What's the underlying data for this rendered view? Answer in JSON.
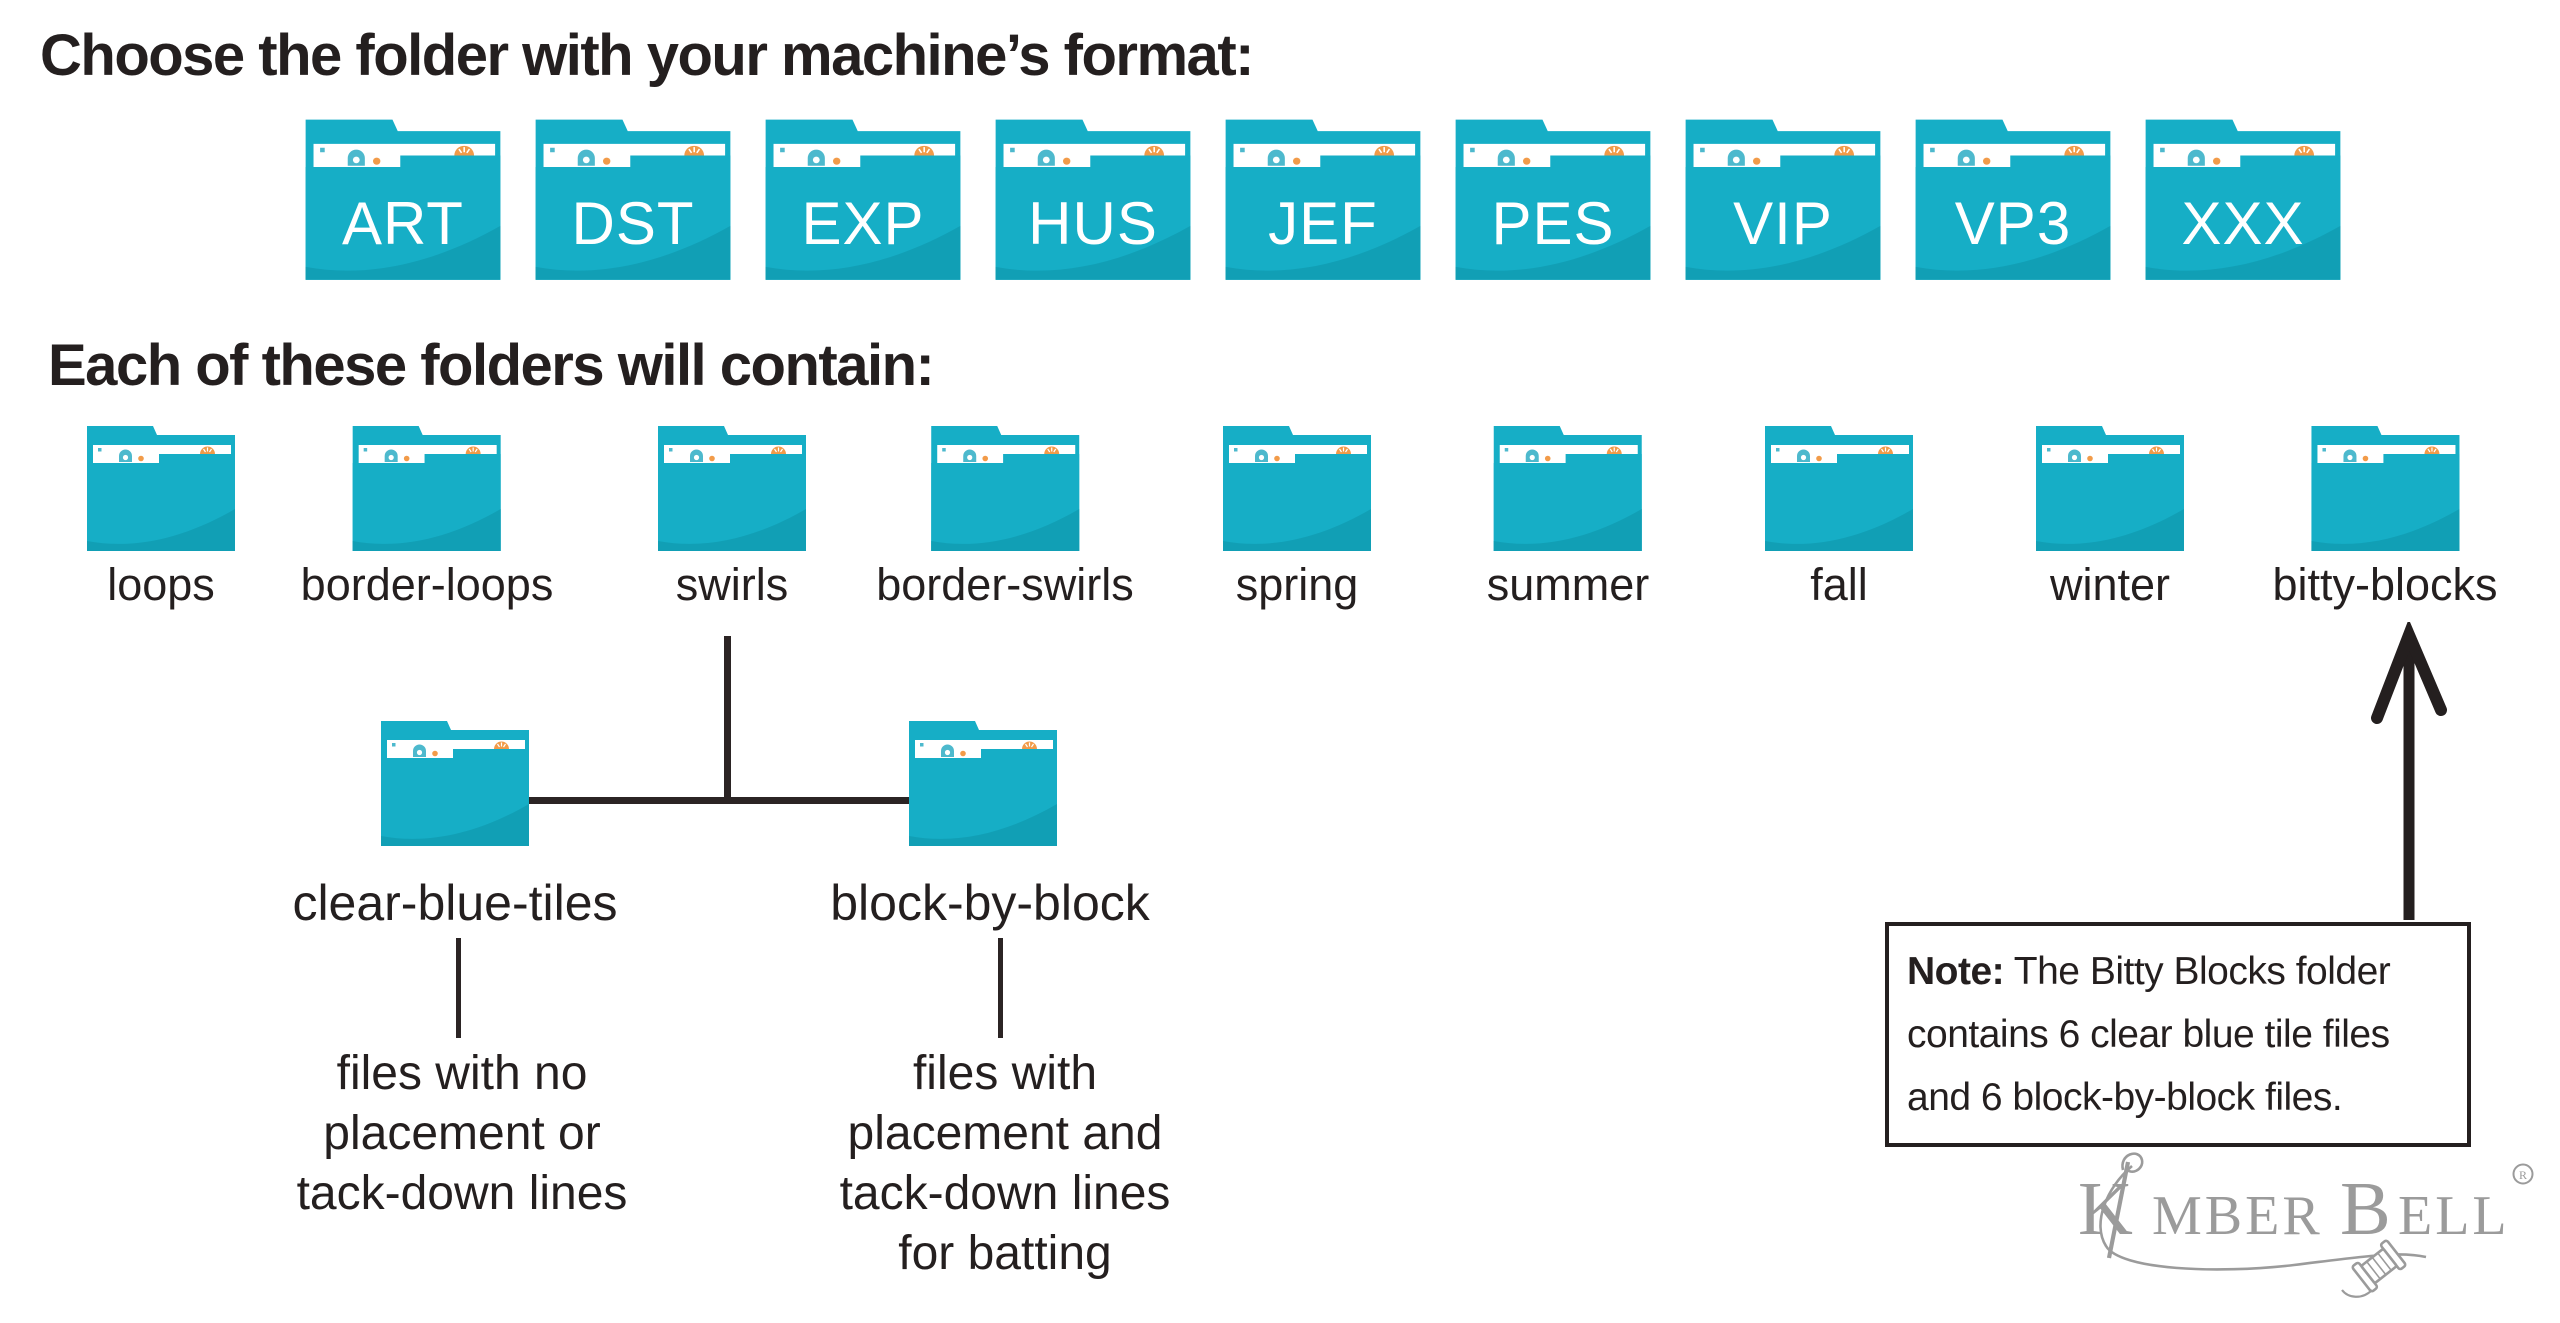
{
  "page": {
    "heading_formats": "Choose the folder with your machine’s format:",
    "heading_contents": "Each of these folders will contain:"
  },
  "format_folders": [
    "ART",
    "DST",
    "EXP",
    "HUS",
    "JEF",
    "PES",
    "VIP",
    "VP3",
    "XXX"
  ],
  "content_folders": [
    "loops",
    "border-loops",
    "swirls",
    "border-swirls",
    "spring",
    "summer",
    "fall",
    "winter",
    "bitty-blocks"
  ],
  "subfolders": [
    {
      "label": "clear-blue-tiles",
      "description_lines": [
        "files with no",
        "placement or",
        "tack-down lines"
      ]
    },
    {
      "label": "block-by-block",
      "description_lines": [
        "files with",
        "placement and",
        "tack-down lines",
        "for batting"
      ]
    }
  ],
  "note": {
    "bold_label": "Note:",
    "line1_rest": " The Bitty Blocks folder",
    "line2": "contains 6 clear blue tile files",
    "line3": "and 6 block-by-block files."
  },
  "logo": {
    "brand": "KIMBERBELL",
    "part_k": "K",
    "part_mber": "MBER",
    "part_b": "B",
    "part_ell": "ELL",
    "registered_mark": "R"
  },
  "icons": {
    "folder": "folder-icon",
    "arrow": "up-arrow-icon",
    "needle": "needle-icon",
    "spool": "thread-spool-icon"
  },
  "colors": {
    "folder_teal": "#16aec6",
    "folder_shade": "#119fb5",
    "accent_orange": "#f29b49",
    "glyph_teal": "#4db9cd",
    "ink_black": "#241f1f",
    "line_black": "#2b2424",
    "logo_gray": "#9b9b9b"
  }
}
